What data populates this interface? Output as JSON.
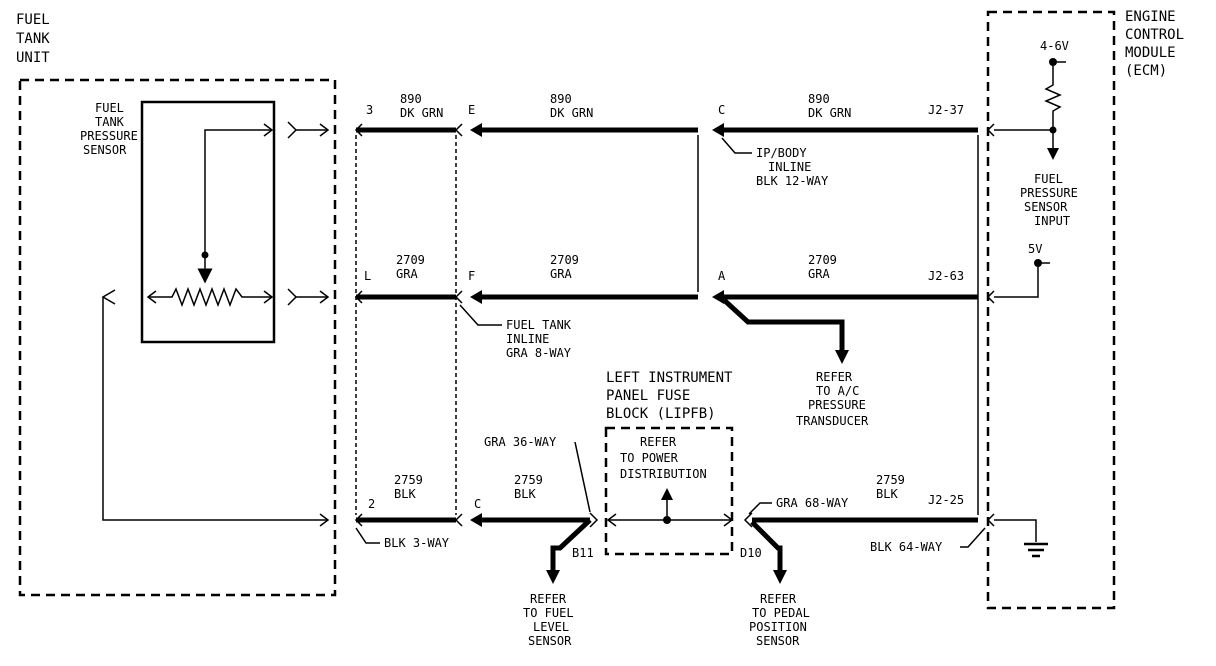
{
  "components": {
    "fuel_tank_unit": [
      "FUEL",
      "TANK",
      "UNIT"
    ],
    "fuel_tank_pressure_sensor": [
      "FUEL",
      "TANK",
      "PRESSURE",
      "SENSOR"
    ],
    "ecm": [
      "ENGINE",
      "CONTROL",
      "MODULE",
      "(ECM)"
    ],
    "lipfb": [
      "LEFT INSTRUMENT",
      "PANEL FUSE",
      "BLOCK (LIPFB)"
    ]
  },
  "ecm_labels": {
    "v_ref": "4-6V",
    "v5": "5V",
    "fuel_pressure_input": [
      "FUEL",
      "PRESSURE",
      "SENSOR",
      "INPUT"
    ]
  },
  "circuits": [
    {
      "segments": [
        {
          "from_pin": "3",
          "number": "890",
          "color": "DK GRN"
        },
        {
          "from_pin": "E",
          "number": "890",
          "color": "DK GRN"
        },
        {
          "from_pin": "C",
          "number": "890",
          "color": "DK GRN",
          "to_pin": "J2-37"
        }
      ]
    },
    {
      "segments": [
        {
          "from_pin": "L",
          "number": "2709",
          "color": "GRA"
        },
        {
          "from_pin": "F",
          "number": "2709",
          "color": "GRA"
        },
        {
          "from_pin": "A",
          "number": "2709",
          "color": "GRA",
          "to_pin": "J2-63"
        }
      ]
    },
    {
      "segments": [
        {
          "from_pin": "2",
          "number": "2759",
          "color": "BLK"
        },
        {
          "from_pin": "C",
          "number": "2759",
          "color": "BLK"
        },
        {
          "from_pin": "",
          "number": "2759",
          "color": "BLK",
          "to_pin": "J2-25"
        }
      ]
    }
  ],
  "connectors": {
    "ip_body_inline": [
      "IP/BODY",
      "INLINE",
      "BLK 12-WAY"
    ],
    "fuel_tank_inline": [
      "FUEL TANK",
      "INLINE",
      "GRA 8-WAY"
    ],
    "blk_3way": "BLK 3-WAY",
    "gra_36way": "GRA 36-WAY",
    "gra_68way": "GRA 68-WAY",
    "blk_64way": "BLK 64-WAY",
    "pin_b11": "B11",
    "pin_d10": "D10"
  },
  "references": {
    "ac_pressure": [
      "REFER",
      "TO A/C",
      "PRESSURE",
      "TRANSDUCER"
    ],
    "power_distribution": [
      "REFER",
      "TO POWER",
      "DISTRIBUTION"
    ],
    "fuel_level": [
      "REFER",
      "TO FUEL",
      "LEVEL",
      "SENSOR"
    ],
    "pedal_position": [
      "REFER",
      "TO PEDAL",
      "POSITION",
      "SENSOR"
    ]
  }
}
